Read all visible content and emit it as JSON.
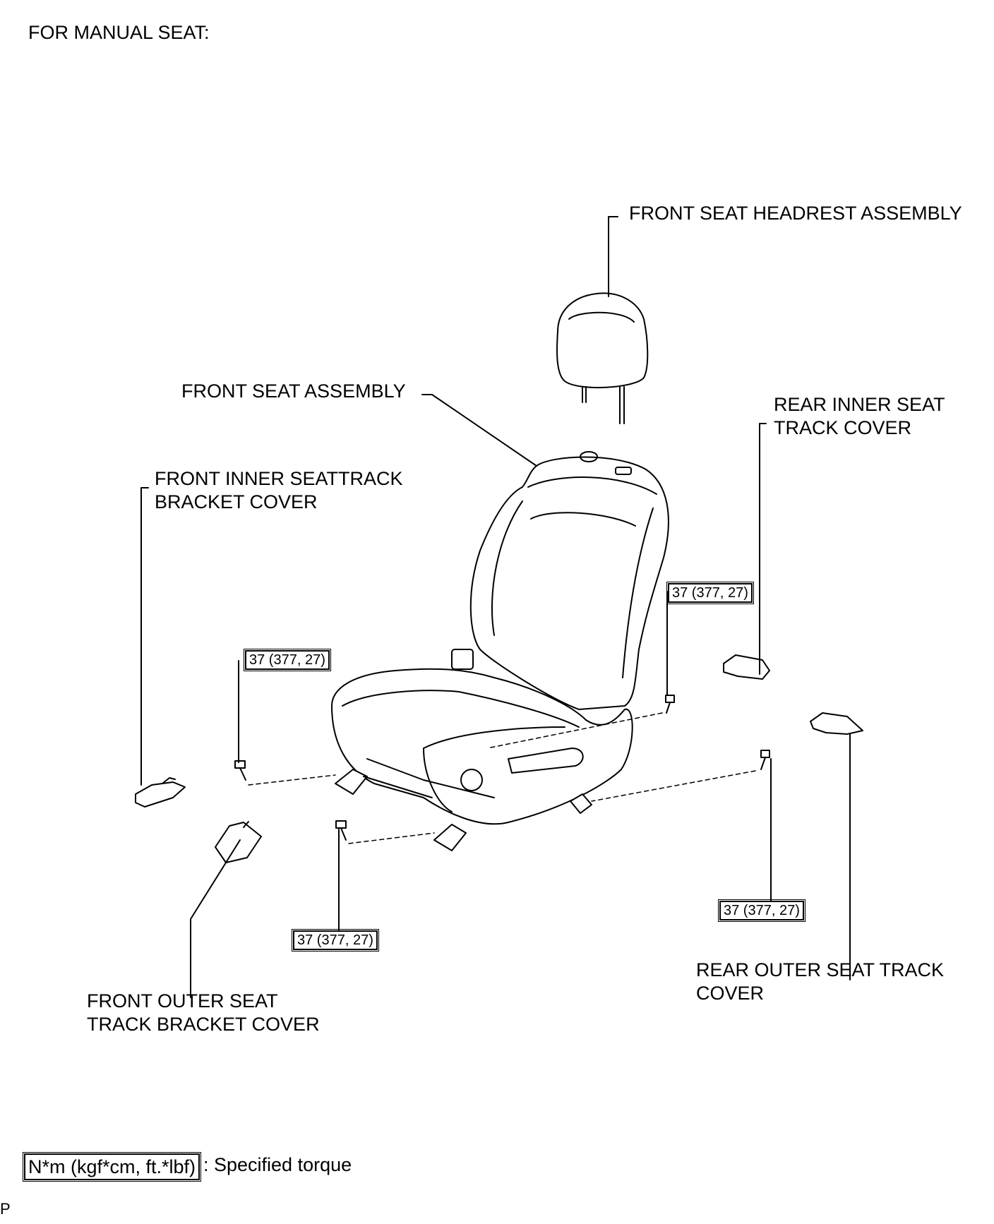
{
  "header": {
    "title": "FOR MANUAL SEAT:"
  },
  "labels": {
    "headrest": "FRONT SEAT HEADREST ASSEMBLY",
    "seat_assembly": "FRONT SEAT ASSEMBLY",
    "rear_inner_cover": "REAR INNER SEAT\nTRACK COVER",
    "front_inner_cover": "FRONT INNER  SEATTRACK\nBRACKET COVER",
    "front_outer_cover": "FRONT OUTER SEAT\nTRACK BRACKET COVER",
    "rear_outer_cover": "REAR OUTER SEAT TRACK\nCOVER"
  },
  "torque_specs": [
    "37 (377, 27)",
    "37 (377, 27)",
    "37 (377, 27)",
    "37 (377, 27)"
  ],
  "legend": {
    "unit_box": "N*m (kgf*cm, ft.*lbf)",
    "description": ": Specified torque"
  },
  "corner_mark": "P"
}
